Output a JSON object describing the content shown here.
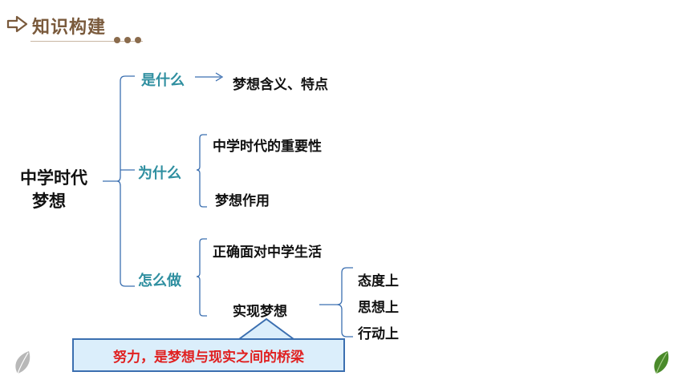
{
  "header": {
    "title": "知识构建",
    "icon": "arrow-right-outline-icon"
  },
  "diagram": {
    "root": {
      "line1": "中学时代",
      "line2": "梦想"
    },
    "branches": {
      "what": {
        "label": "是什么",
        "leaves": [
          "梦想含义、特点"
        ]
      },
      "why": {
        "label": "为什么",
        "leaves": [
          "中学时代的重要性",
          "梦想作用"
        ]
      },
      "how": {
        "label": "怎么做",
        "leaves": [
          "正确面对中学生活",
          "实现梦想"
        ],
        "subleaves": [
          "态度上",
          "思想上",
          "行动上"
        ]
      }
    },
    "callout": "努力，是梦想与现实之间的桥梁"
  },
  "colors": {
    "header_text": "#7a5a3c",
    "branch_text": "#2f8fa0",
    "bracket_line": "#3b6fb0",
    "callout_text": "#e02020",
    "callout_fill": "#dbeefb",
    "leaf_green": "#4a8a2a",
    "leaf_gray": "#b8b8b8"
  }
}
